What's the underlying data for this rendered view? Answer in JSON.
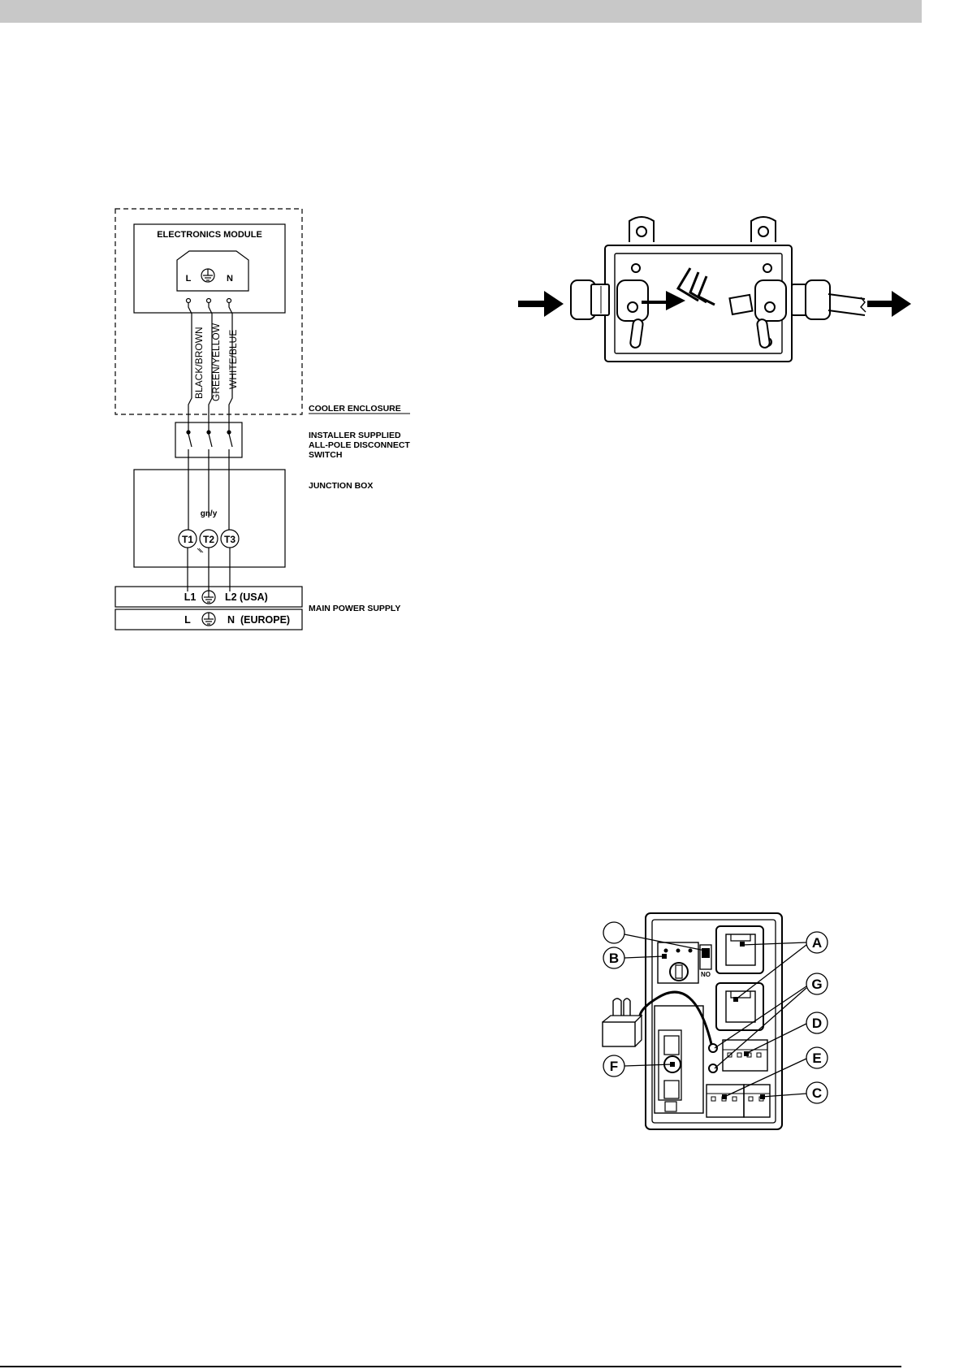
{
  "wiring_diagram": {
    "module_title": "ELECTRONICS MODULE",
    "module_terminals": [
      "L",
      "N"
    ],
    "wire_labels": [
      "BLACK/BROWN",
      "GREEN/YELLOW",
      "WHITE/BLUE"
    ],
    "enclosure_label": "COOLER ENCLOSURE",
    "switch_label_lines": [
      "INSTALLER SUPPLIED",
      "ALL-POLE DISCONNECT",
      "SWITCH"
    ],
    "junction_label": "JUNCTION BOX",
    "ground_wire_label": "gn/y",
    "terminals": [
      "T1",
      "T2",
      "T3"
    ],
    "supply_usa": {
      "left": "L1",
      "right": "L2 (USA)"
    },
    "supply_europe": {
      "left": "L",
      "right": "N  (EUROPE)"
    },
    "supply_label": "MAIN POWER SUPPLY"
  },
  "board_diagram": {
    "callouts": [
      "A",
      "B",
      "G",
      "D",
      "F",
      "E",
      "C"
    ],
    "switch_marking": "NO"
  }
}
